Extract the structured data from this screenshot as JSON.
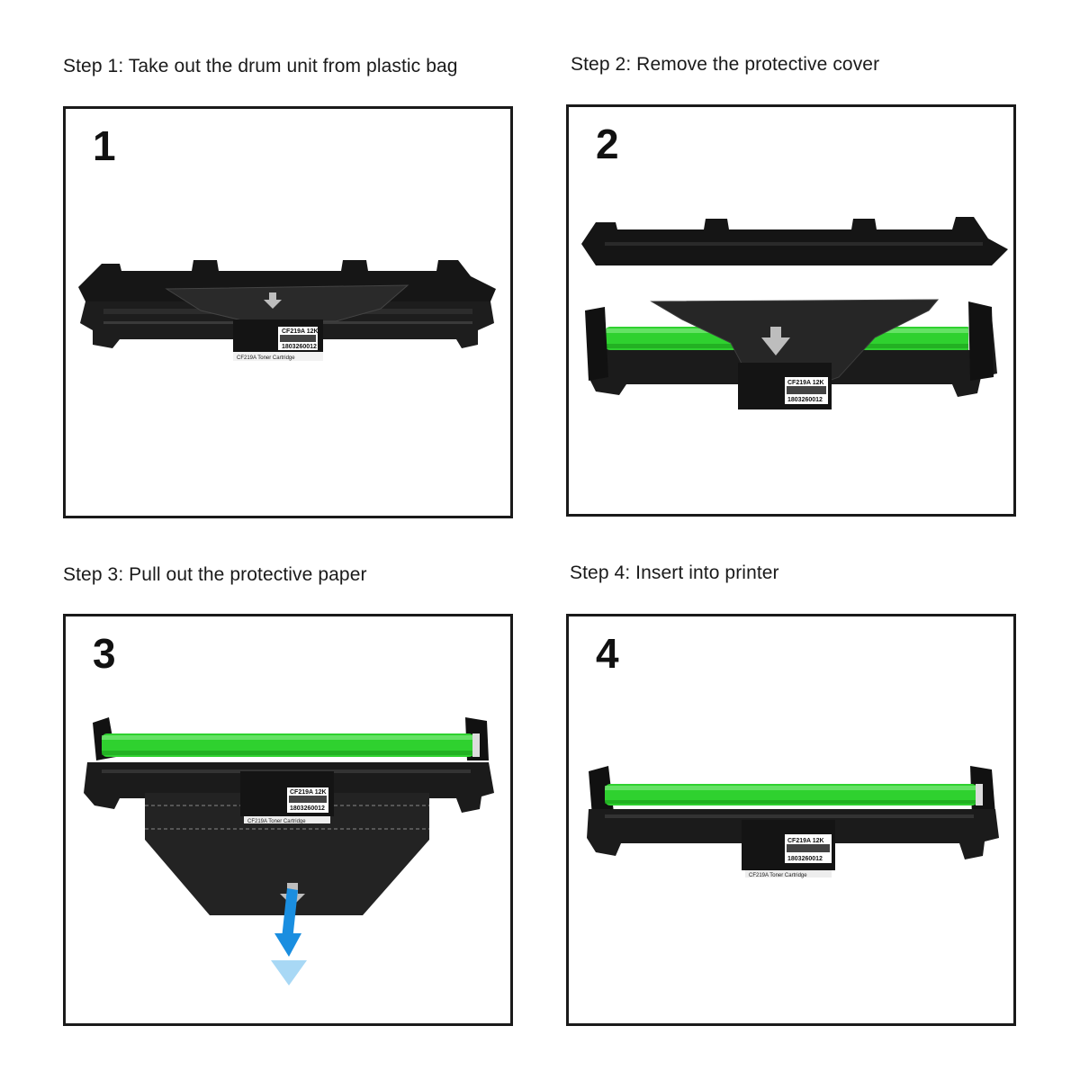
{
  "steps": [
    {
      "number": "1",
      "caption": "Step 1: Take out the drum unit from plastic bag"
    },
    {
      "number": "2",
      "caption": "Step 2: Remove the protective cover"
    },
    {
      "number": "3",
      "caption": "Step 3: Pull out the protective paper"
    },
    {
      "number": "4",
      "caption": "Step 4: Insert into printer"
    }
  ],
  "cartridge_label": {
    "model": "CF219A  12K",
    "serial": "1803260012",
    "product": "CF219A  Toner Cartridge"
  },
  "colors": {
    "drum_green": "#2fd12f",
    "cartridge_black": "#151515",
    "arrow_blue": "#1a8ee0",
    "arrow_blue_light": "#a8d8f5"
  }
}
